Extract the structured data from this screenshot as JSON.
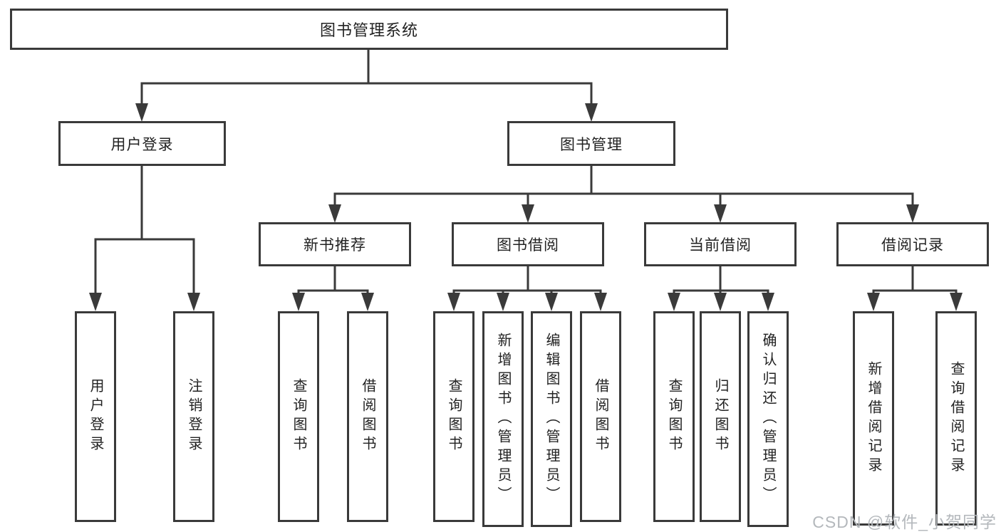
{
  "chart": {
    "root": "图书管理系统",
    "level2": [
      {
        "label": "用户登录"
      },
      {
        "label": "图书管理"
      }
    ],
    "level3": [
      {
        "label": "新书推荐"
      },
      {
        "label": "图书借阅"
      },
      {
        "label": "当前借阅"
      },
      {
        "label": "借阅记录"
      }
    ],
    "leaves": {
      "user_login": [
        "用户登录",
        "注销登录"
      ],
      "new_book": [
        "查询图书",
        "借阅图书"
      ],
      "book_borrow": [
        "查询图书",
        "新增图书（管理员）",
        "编辑图书（管理员）",
        "借阅图书"
      ],
      "current_borrow": [
        "查询图书",
        "归还图书",
        "确认归还（管理员）"
      ],
      "borrow_record": [
        "新增借阅记录",
        "查询借阅记录"
      ]
    }
  },
  "watermark": "CSDN @软件_小贺同学",
  "colors": {
    "line": "#3a3a3a",
    "box_border": "#3a3a3a",
    "box_fill": "#ffffff",
    "text": "#222222",
    "watermark": "#b4b8bc"
  }
}
